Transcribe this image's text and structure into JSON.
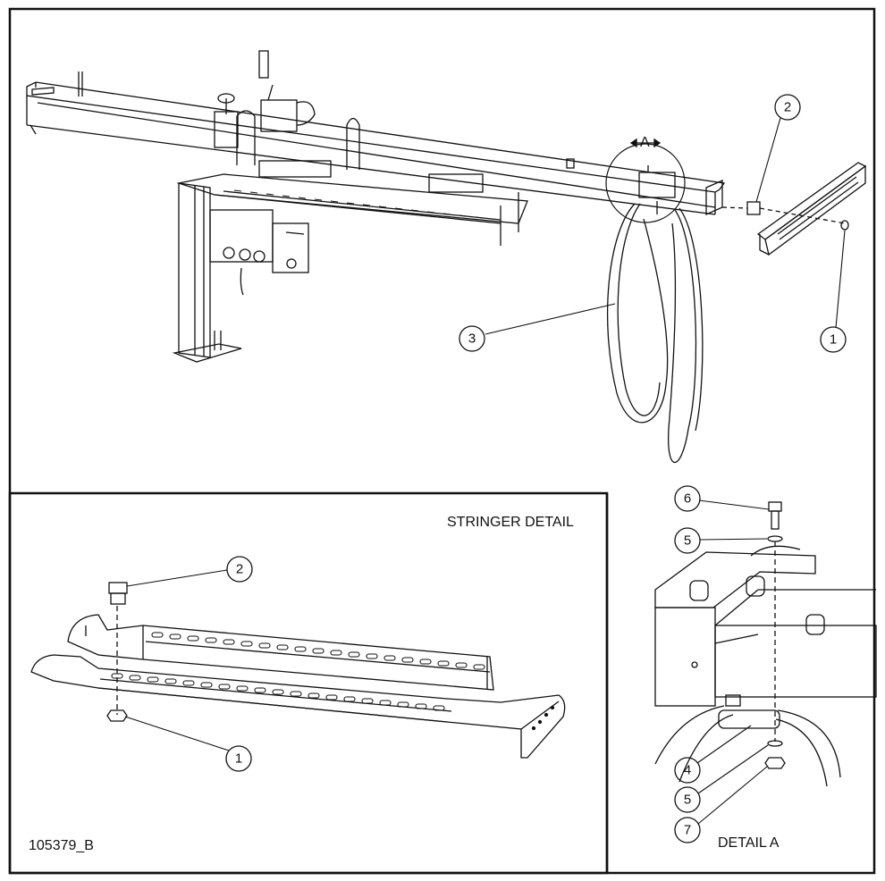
{
  "drawing": {
    "number": "105379_B",
    "stringer_detail_title": "STRINGER DETAIL",
    "detail_a_title": "DETAIL A",
    "section_marker": "A"
  },
  "callouts": {
    "main": [
      "2",
      "3",
      "1"
    ],
    "stringer": [
      "2",
      "1"
    ],
    "detail_a": [
      "6",
      "5",
      "4",
      "5",
      "7"
    ]
  }
}
